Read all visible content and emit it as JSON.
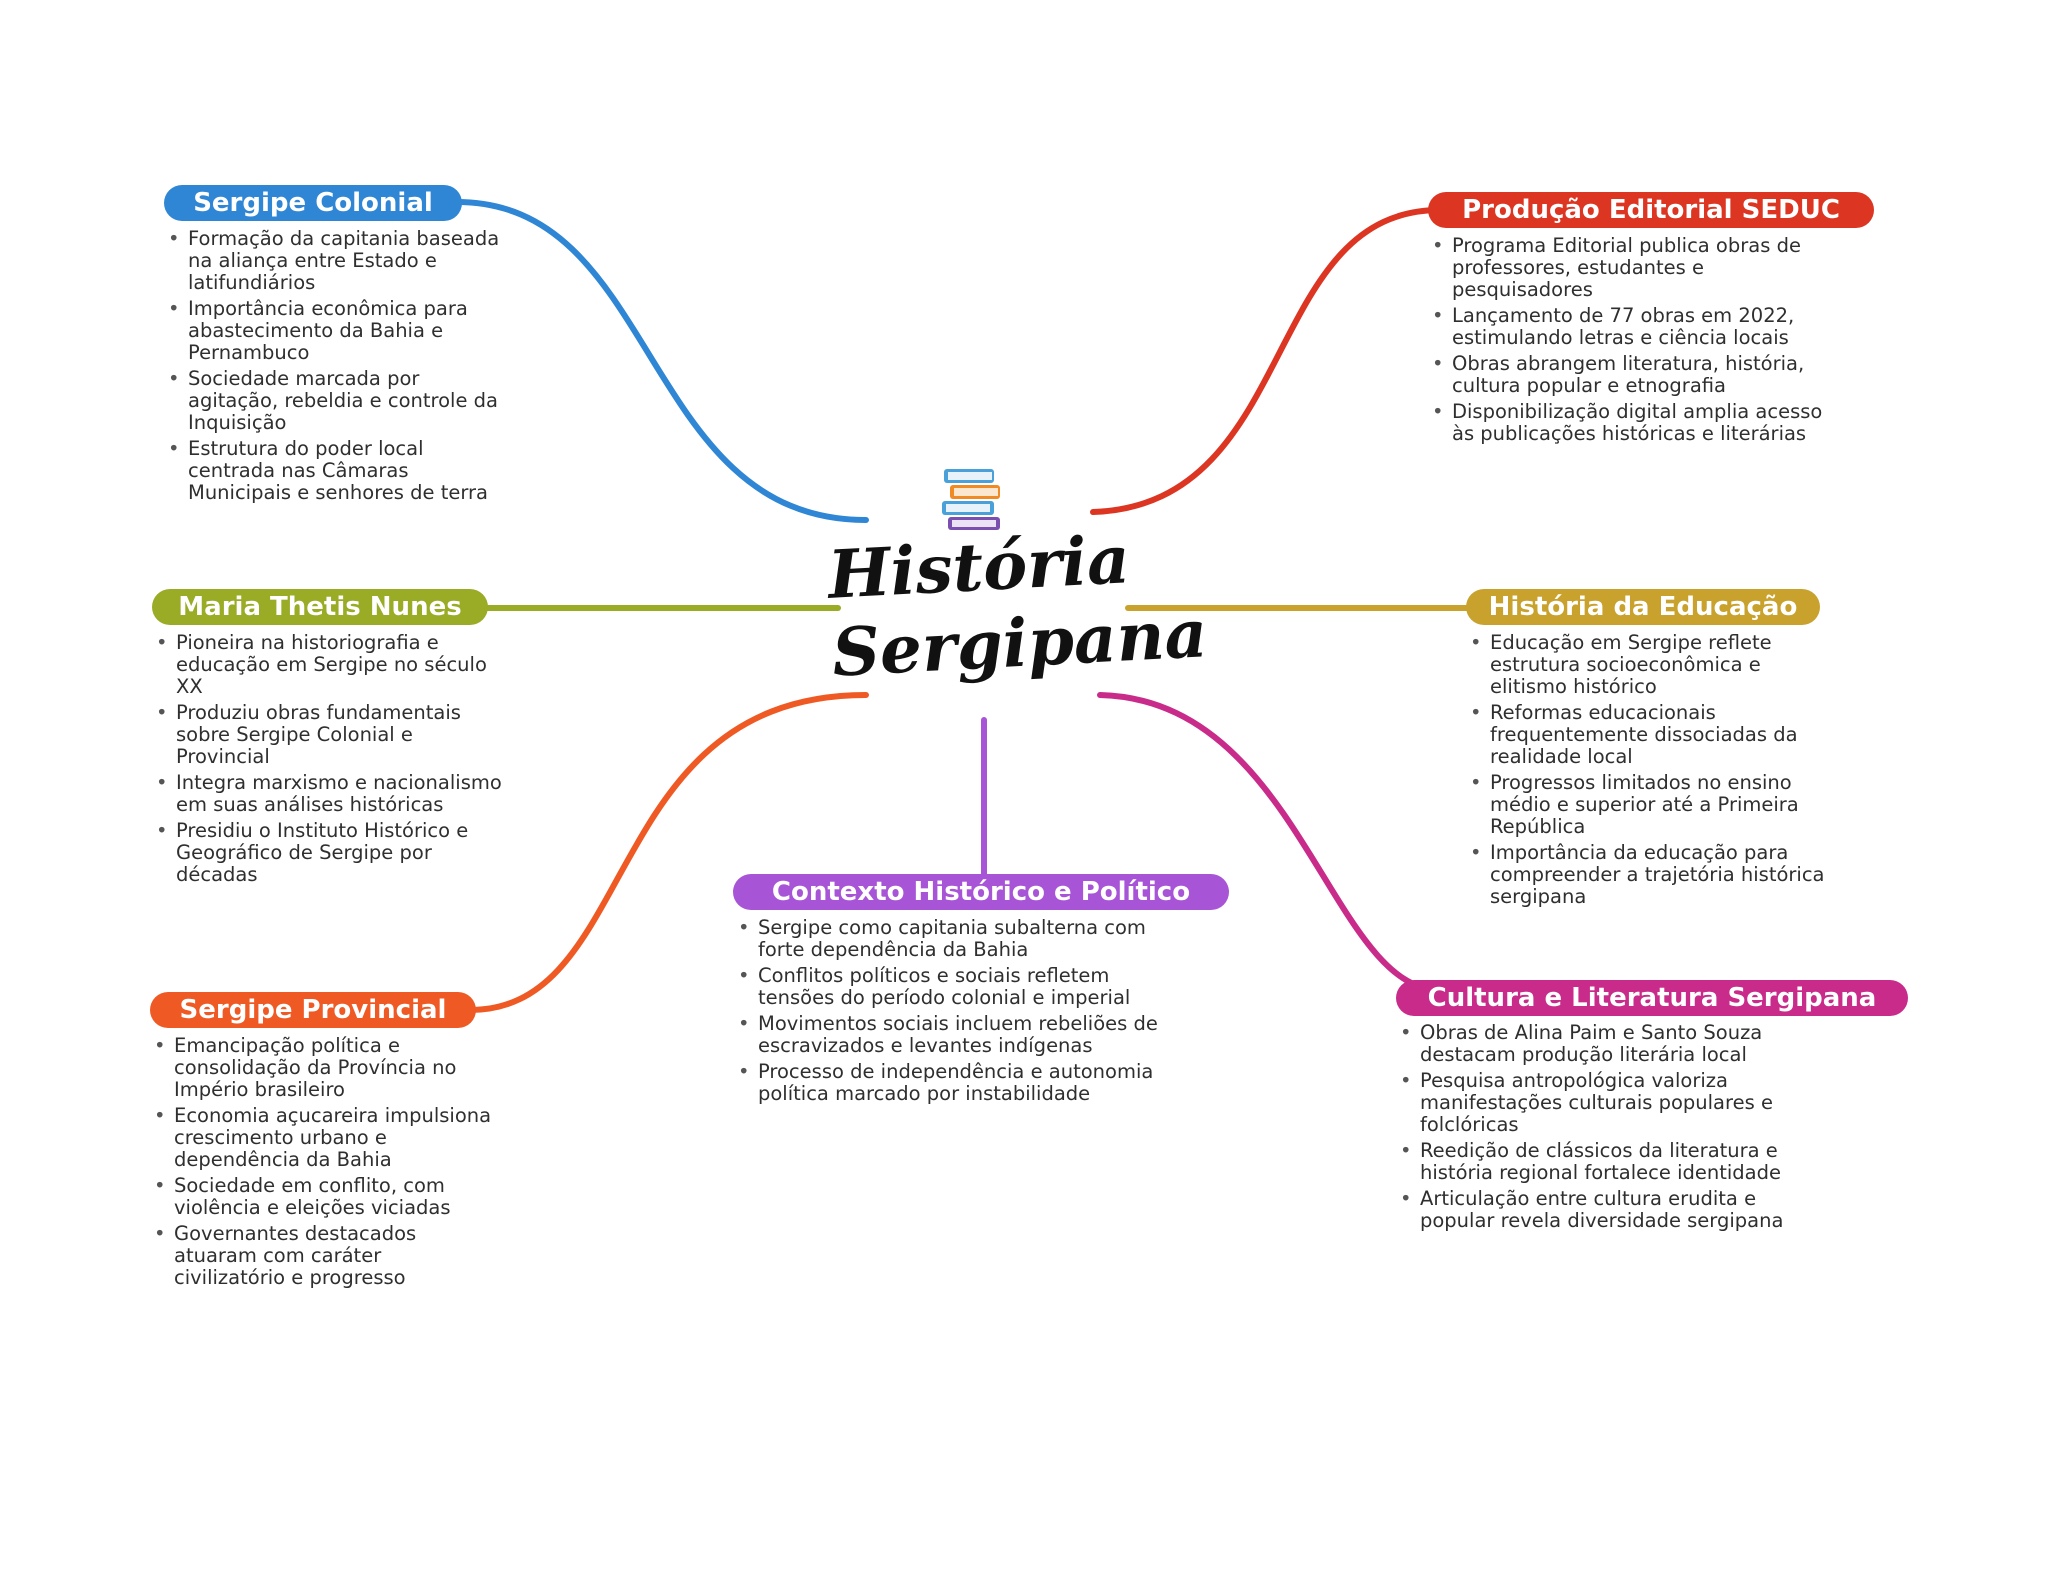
{
  "title": "História Sergipana",
  "center_icon": "books-stack-icon",
  "branches": {
    "colonial": {
      "title": "Sergipe Colonial",
      "color": "#2f86d4",
      "items": [
        "Formação da capitania baseada na aliança entre Estado e latifundiários",
        "Importância econômica para abastecimento da Bahia e Pernambuco",
        "Sociedade marcada por agitação, rebeldia e controle da Inquisição",
        "Estrutura do poder local centrada nas Câmaras Municipais e senhores de terra"
      ]
    },
    "editorial": {
      "title": "Produção Editorial SEDUC",
      "color": "#dc3522",
      "items": [
        "Programa Editorial publica obras de professores, estudantes e pesquisadores",
        "Lançamento de 77 obras em 2022, estimulando letras e ciência locais",
        "Obras abrangem literatura, história, cultura popular e etnografia",
        "Disponibilização digital amplia acesso às publicações históricas e literárias"
      ]
    },
    "maria": {
      "title": "Maria Thetis Nunes",
      "color": "#9aab25",
      "items": [
        "Pioneira na historiografia e educação em Sergipe no século XX",
        "Produziu obras fundamentais sobre Sergipe Colonial e Provincial",
        "Integra marxismo e nacionalismo em suas análises históricas",
        "Presidiu o Instituto Histórico e Geográfico de Sergipe por décadas"
      ]
    },
    "educacao": {
      "title": "História da Educação",
      "color": "#c9a22e",
      "items": [
        "Educação em Sergipe reflete estrutura socioeconômica e elitismo histórico",
        "Reformas educacionais frequentemente dissociadas da realidade local",
        "Progressos limitados no ensino médio e superior até a Primeira República",
        "Importância da educação para compreender a trajetória histórica sergipana"
      ]
    },
    "contexto": {
      "title": "Contexto Histórico e Político",
      "color": "#a854d6",
      "items": [
        "Sergipe como capitania subalterna com forte dependência da Bahia",
        "Conflitos políticos e sociais refletem tensões do período colonial e imperial",
        "Movimentos sociais incluem rebeliões de escravizados e levantes indígenas",
        "Processo de independência e autonomia política marcado por instabilidade"
      ]
    },
    "provincial": {
      "title": "Sergipe Provincial",
      "color": "#ef5a24",
      "items": [
        "Emancipação política e consolidação da Província no Império brasileiro",
        "Economia açucareira impulsiona crescimento urbano e dependência da Bahia",
        "Sociedade em conflito, com violência e eleições viciadas",
        "Governantes destacados atuaram com caráter civilizatório e progresso"
      ]
    },
    "cultura": {
      "title": "Cultura e Literatura Sergipana",
      "color": "#c82b8a",
      "items": [
        "Obras de Alina Paim e Santo Souza destacam produção literária local",
        "Pesquisa antropológica valoriza manifestações culturais populares e folclóricas",
        "Reedição de clássicos da literatura e história regional fortalece identidade",
        "Articulação entre cultura erudita e popular revela diversidade sergipana"
      ]
    }
  }
}
